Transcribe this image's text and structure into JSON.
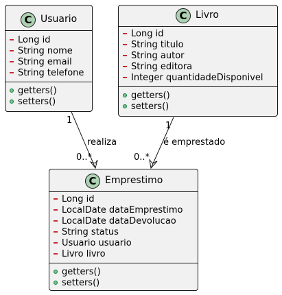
{
  "classes": {
    "usuario": {
      "icon": "C",
      "name": "Usuario",
      "attributes": [
        "Long id",
        "String nome",
        "String email",
        "String telefone"
      ],
      "methods": [
        "getters()",
        "setters()"
      ]
    },
    "livro": {
      "icon": "C",
      "name": "Livro",
      "attributes": [
        "Long id",
        "String titulo",
        "String autor",
        "String editora",
        "Integer quantidadeDisponivel"
      ],
      "methods": [
        "getters()",
        "setters()"
      ]
    },
    "emprestimo": {
      "icon": "C",
      "name": "Emprestimo",
      "attributes": [
        "Long id",
        "LocalDate dataEmprestimo",
        "LocalDate dataDevolucao",
        "String status",
        "Usuario usuario",
        "Livro livro"
      ],
      "methods": [
        "getters()",
        "setters()"
      ]
    }
  },
  "relations": {
    "usuario_emprestimo": {
      "label": "realiza",
      "source_mult": "1",
      "target_mult": "0..*"
    },
    "livro_emprestimo": {
      "label": "é emprestado",
      "source_mult": "1",
      "target_mult": "0..*"
    }
  },
  "colors": {
    "box_fill": "#f1f1f1",
    "border": "#181818",
    "class_icon": "#add1b2",
    "private_marker": "#c82930",
    "public_marker": "#84be84"
  }
}
